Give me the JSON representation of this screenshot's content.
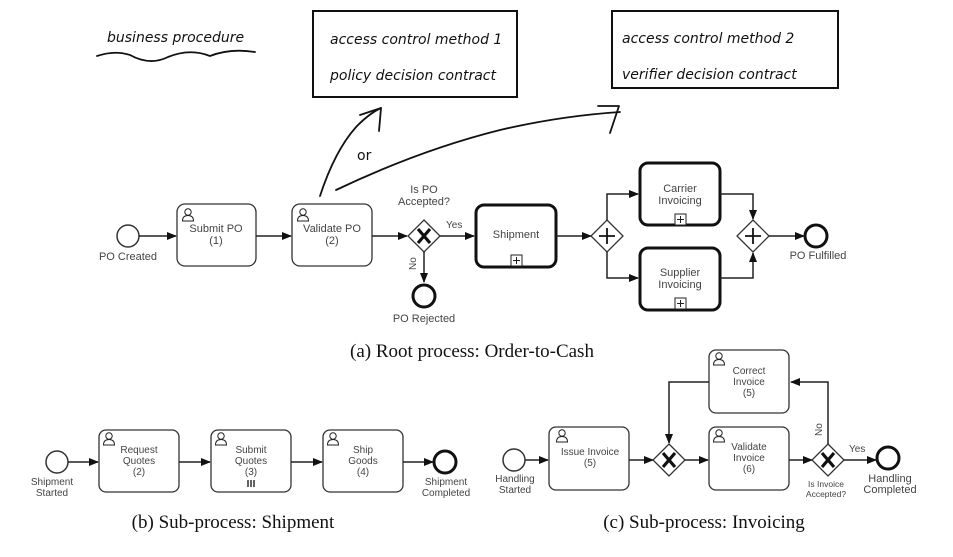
{
  "annotations": {
    "business_procedure": "business procedure",
    "or_label": "or",
    "method1": {
      "line1": "access control method 1",
      "line2": "policy decision contract"
    },
    "method2": {
      "line1": "access control method 2",
      "line2": "verifier decision contract"
    }
  },
  "root": {
    "caption": "(a) Root process: Order-to-Cash",
    "start_event": "PO Created",
    "tasks": [
      {
        "line1": "Submit PO",
        "line2": "(1)"
      },
      {
        "line1": "Validate PO",
        "line2": "(2)"
      }
    ],
    "gateway_label": {
      "line1": "Is PO",
      "line2": "Accepted?"
    },
    "yes_label": "Yes",
    "no_label": "No",
    "rejected_event": "PO Rejected",
    "shipment": "Shipment",
    "carrier": {
      "line1": "Carrier",
      "line2": "Invoicing"
    },
    "supplier": {
      "line1": "Supplier",
      "line2": "Invoicing"
    },
    "end_event": "PO Fulfilled"
  },
  "shipment": {
    "caption": "(b) Sub-process: Shipment",
    "start": {
      "line1": "Shipment",
      "line2": "Started"
    },
    "tasks": [
      {
        "line1": "Request",
        "line2": "Quotes",
        "line3": "(2)"
      },
      {
        "line1": "Submit",
        "line2": "Quotes",
        "line3": "(3)"
      },
      {
        "line1": "Ship",
        "line2": "Goods",
        "line3": "(4)"
      }
    ],
    "end": {
      "line1": "Shipment",
      "line2": "Completed"
    }
  },
  "invoicing": {
    "caption": "(c) Sub-process: Invoicing",
    "start": {
      "line1": "Handling",
      "line2": "Started"
    },
    "issue": {
      "line1": "Issue Invoice",
      "line2": "(5)"
    },
    "validate": {
      "line1": "Validate",
      "line2": "Invoice",
      "line3": "(6)"
    },
    "correct": {
      "line1": "Correct",
      "line2": "Invoice",
      "line3": "(5)"
    },
    "gateway_label": {
      "line1": "Is Invoice",
      "line2": "Accepted?"
    },
    "yes_label": "Yes",
    "no_label": "No",
    "end": {
      "line1": "Handling",
      "line2": "Completed"
    }
  }
}
